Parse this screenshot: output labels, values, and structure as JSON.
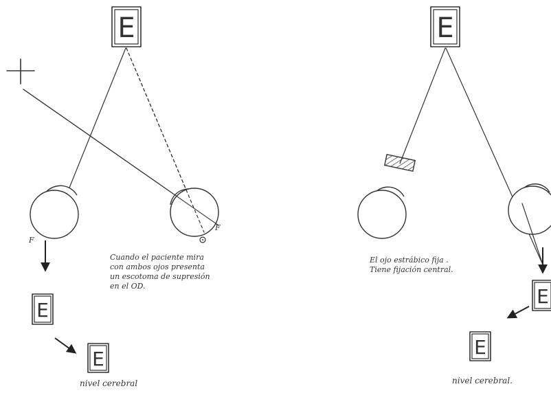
{
  "left_panel": {
    "target_letter": "E",
    "left_eye_label": "F",
    "right_eye_label": "F",
    "note_lines": [
      "Cuando el paciente mira",
      "con ambos ojos presenta",
      "un escotoma de supresión",
      "en el OD."
    ],
    "image_letter": "E",
    "cerebral_letter": "E",
    "cerebral_label": "nivel cerebral"
  },
  "right_panel": {
    "target_letter": "E",
    "note_lines": [
      "El ojo estrábico fija .",
      "Tiene fijación central."
    ],
    "image_letter": "E",
    "cerebral_letter": "E",
    "cerebral_label": "nivel cerebral."
  },
  "colors": {
    "ink": "#333333",
    "hatch": "#333333",
    "paper": "#ffffff"
  }
}
